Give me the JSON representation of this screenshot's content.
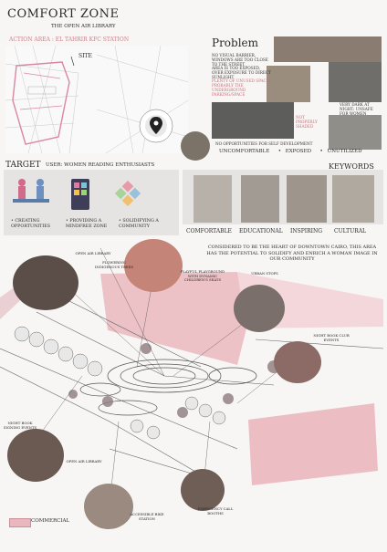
{
  "header": {
    "title": "COMFORT ZONE",
    "subtitle": "THE OPEN AIR LIBRARY",
    "action_area": "ACTION AREA : EL TAHRIR KFC STATION",
    "site_label": "SITE"
  },
  "problem": {
    "title": "Problem",
    "notes": [
      "NO VISUAL BARRIER, WINDOWS ARE TOO CLOSE TO THE STREET",
      "AREA IS TOO EXPOSED, OVER EXPOSURE TO DIRECT SUNLIGHT",
      "PLENTY OF UNUSED SPACE: PROBABLY THE UNDERGROUND PARKING/SPACE",
      "VERY DARK AT NIGHT: UNSAFE FOR WOMEN",
      "NOT PROPERLY SHADED",
      "NO OPPORTUNITIES FOR SELF DEVELOPMENT"
    ],
    "tags": [
      "UNCOMFORTABLE",
      "EXPOSED",
      "UNUTILIZED"
    ]
  },
  "target": {
    "title": "TARGET",
    "user": "USER:  WOMEN READING ENTHUSIASTS",
    "items": [
      "CREATING OPPORTUNITIES",
      "PROVIDING A MINDFREE ZONE",
      "SOLIDIFYING A COMMUNITY"
    ]
  },
  "keywords": {
    "title": "KEYWORDS",
    "items": [
      "COMFORTABLE",
      "EDUCATIONAL",
      "INSPIRING",
      "CULTURAL"
    ]
  },
  "statement": "CONSIDERED TO BE THE HEART OF DOWNTOWN CAIRO, THIS AREA HAS THE POTENTIAL TO SOLIDIFY AND ENRICH A WOMAN IMAGE IN OUR COMMUNITY",
  "callouts": {
    "open_air_library": "OPEN AIR LIBRARY",
    "flowering_trees": "FLOWERING INDIGENOUS TREES",
    "playful": "PLAYFUL PLAYGROUND WITH DYNAMIC CHILDREN'S SEATS",
    "urban_stops": "URBAN STOPS",
    "night_book_club": "NIGHT BOOK CLUB EVENTS",
    "night_book_signing": "NIGHT BOOK SIGNING EVENTS",
    "bike_station": "ACCESSIBLE BIKE STATION",
    "emergency": "EMERGENCY CALL BOOTHS"
  },
  "legend": {
    "label": "COMMERCIAL",
    "color": "#e8b8be"
  },
  "colors": {
    "accent": "#c46f7a",
    "panel": "#e6e4e2"
  }
}
